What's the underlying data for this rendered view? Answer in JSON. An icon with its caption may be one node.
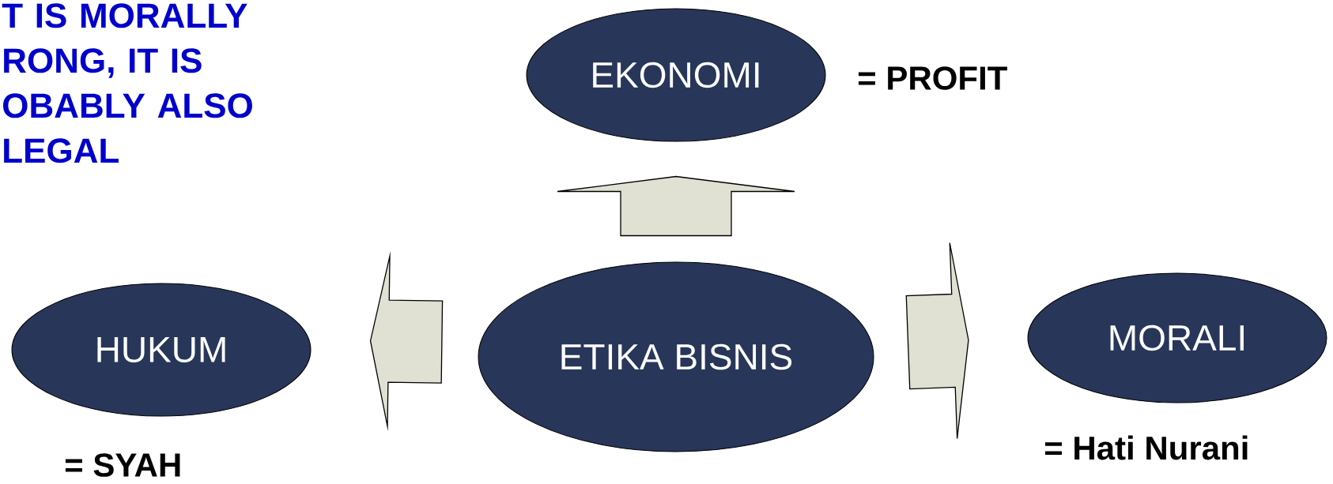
{
  "diagram": {
    "nodes": [
      {
        "text": [
          "EKONOMI"
        ],
        "beside": [
          "= PROFIT"
        ]
      },
      {
        "text": [
          "HUKUM"
        ],
        "beside": [
          "= SYAH"
        ]
      },
      {
        "text": [
          "ETIKA BISNIS"
        ]
      },
      {
        "text": [
          "MORALI"
        ],
        "beside": [
          "= Hati Nurani"
        ]
      }
    ],
    "edges": [
      {
        "from": 2,
        "to": 0,
        "arrow": "to"
      },
      {
        "from": 2,
        "to": 1,
        "arrow": "to"
      },
      {
        "from": 2,
        "to": 3,
        "arrow": "to"
      }
    ],
    "labels": [
      "T IS MORALLY RONG, IT IS OBABLY ALSO LEGAL"
    ]
  }
}
